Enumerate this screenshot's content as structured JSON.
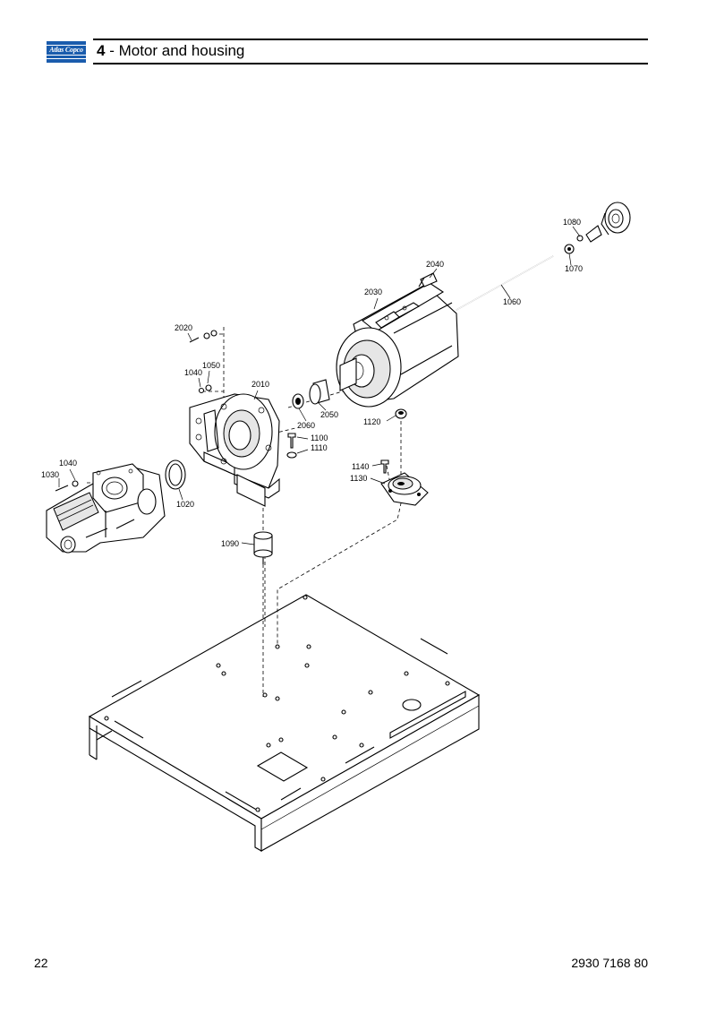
{
  "header": {
    "brand": "Atlas Copco",
    "section_number": "4",
    "section_title": " - Motor and housing"
  },
  "callouts": {
    "c1080": "1080",
    "c1070": "1070",
    "c2040": "2040",
    "c1060": "1060",
    "c2030": "2030",
    "c2020": "2020",
    "c1050": "1050",
    "c1040a": "1040",
    "c2010": "2010",
    "c2060": "2060",
    "c2050": "2050",
    "c1120": "1120",
    "c1100": "1100",
    "c1110": "1110",
    "c1040b": "1040",
    "c1030": "1030",
    "c1140": "1140",
    "c1130": "1130",
    "c1020": "1020",
    "c1090": "1090"
  },
  "footer": {
    "page_number": "22",
    "document_number": "2930 7168 80"
  },
  "colors": {
    "brand_blue": "#1a5cad",
    "line": "#000000"
  }
}
